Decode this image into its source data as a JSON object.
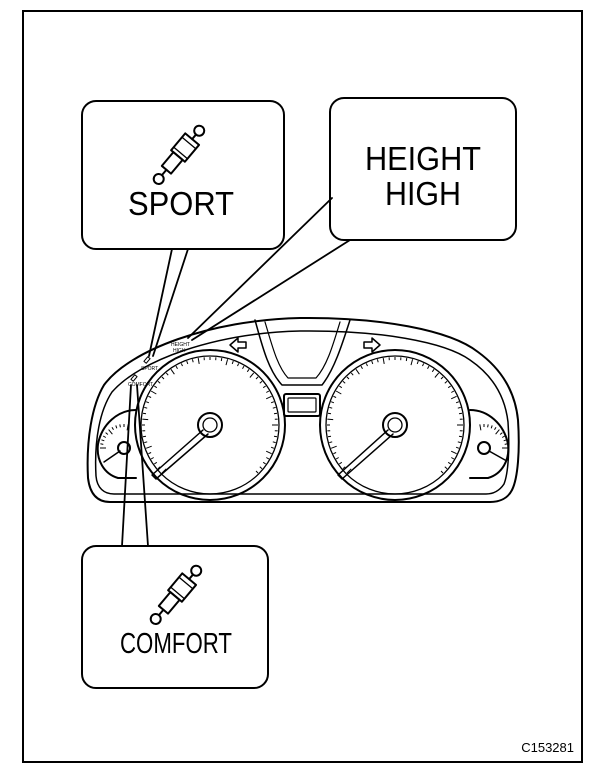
{
  "callouts": {
    "sport": "SPORT",
    "height_line1": "HEIGHT",
    "height_line2": "HIGH",
    "comfort": "COMFORT"
  },
  "cluster_indicators": {
    "sport": "SPORT",
    "height_line1": "HEIGHT",
    "height_line2": "HIGH",
    "comfort": "COMFORT"
  },
  "figure_code": "C153281",
  "icons": [
    "shock-absorber-icon",
    "shock-absorber-icon",
    "left-turn-arrow-icon",
    "right-turn-arrow-icon"
  ]
}
